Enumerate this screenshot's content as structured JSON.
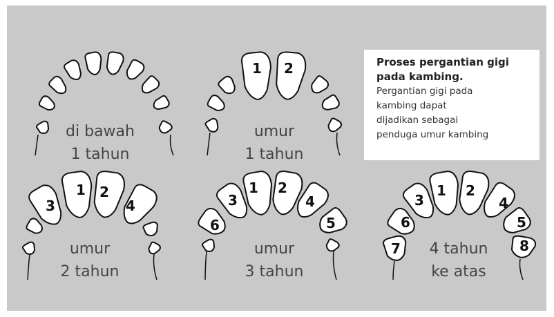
{
  "title": "Proses pergantian gigi pada kambing.",
  "description": [
    "Pergantian gigi pada",
    "kambing dapat",
    "dijadikan sebagai",
    "penduga umur kambing"
  ],
  "stages": [
    {
      "line1": "di bawah",
      "line2": "1 tahun",
      "numbers": []
    },
    {
      "line1": "umur",
      "line2": "1 tahun",
      "numbers": [
        "1",
        "2"
      ]
    },
    {
      "line1": "umur",
      "line2": "2 tahun",
      "numbers": [
        "1",
        "2",
        "3",
        "4"
      ]
    },
    {
      "line1": "umur",
      "line2": "3 tahun",
      "numbers": [
        "1",
        "2",
        "3",
        "4",
        "5",
        "6"
      ]
    },
    {
      "line1": "4 tahun",
      "line2": "ke atas",
      "numbers": [
        "1",
        "2",
        "3",
        "4",
        "5",
        "6",
        "7",
        "8"
      ]
    }
  ],
  "colors": {
    "background": "#c9c9c9",
    "tooth_fill": "#ffffff",
    "outline": "#111111"
  }
}
